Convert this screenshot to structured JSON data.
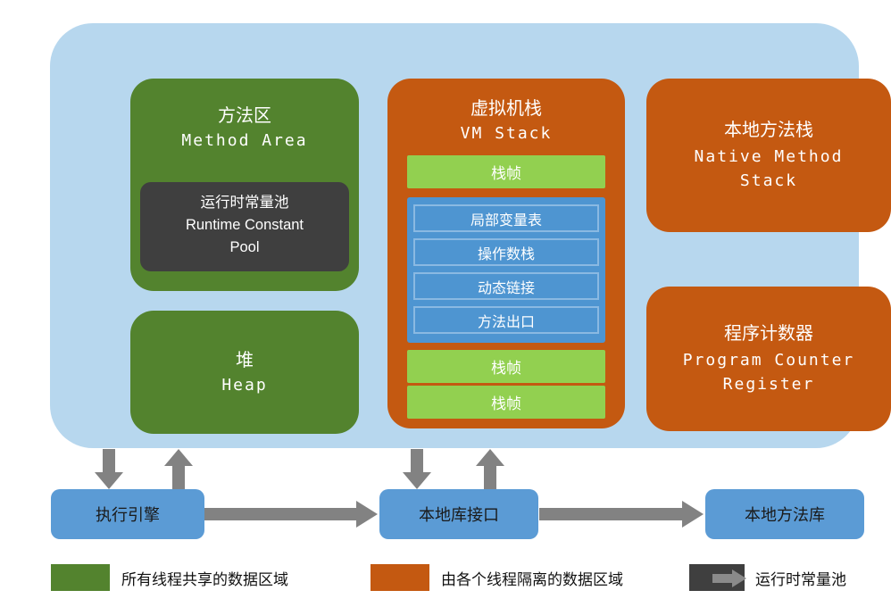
{
  "colors": {
    "container_bg": "#b7d7ee",
    "shared_green": "#53832e",
    "isolated_orange": "#c45911",
    "runtime_pool_dark": "#3f3f3f",
    "stack_frame_green": "#92d050",
    "frame_detail_blue": "#4e95d1",
    "bottom_node_blue": "#5b9bd5",
    "arrow_gray": "#828282"
  },
  "boxes": {
    "method_area": {
      "title_zh": "方法区",
      "title_en": "Method Area"
    },
    "runtime_pool": {
      "line1": "运行时常量池",
      "line2": "Runtime Constant",
      "line3": "Pool"
    },
    "heap": {
      "title_zh": "堆",
      "title_en": "Heap"
    },
    "vm_stack": {
      "title_zh": "虚拟机栈",
      "title_en": "VM Stack",
      "frames": [
        "栈帧",
        "栈帧",
        "栈帧"
      ],
      "inner": [
        "局部变量表",
        "操作数栈",
        "动态链接",
        "方法出口"
      ]
    },
    "native_stack": {
      "title_zh": "本地方法栈",
      "title_en1": "Native Method",
      "title_en2": "Stack"
    },
    "pc_register": {
      "title_zh": "程序计数器",
      "title_en1": "Program Counter",
      "title_en2": "Register"
    }
  },
  "bottom": {
    "execution_engine": "执行引擎",
    "native_interface": "本地库接口",
    "native_library": "本地方法库"
  },
  "legend": {
    "shared": "所有线程共享的数据区域",
    "isolated": "由各个线程隔离的数据区域",
    "runtime_pool": "运行时常量池"
  }
}
